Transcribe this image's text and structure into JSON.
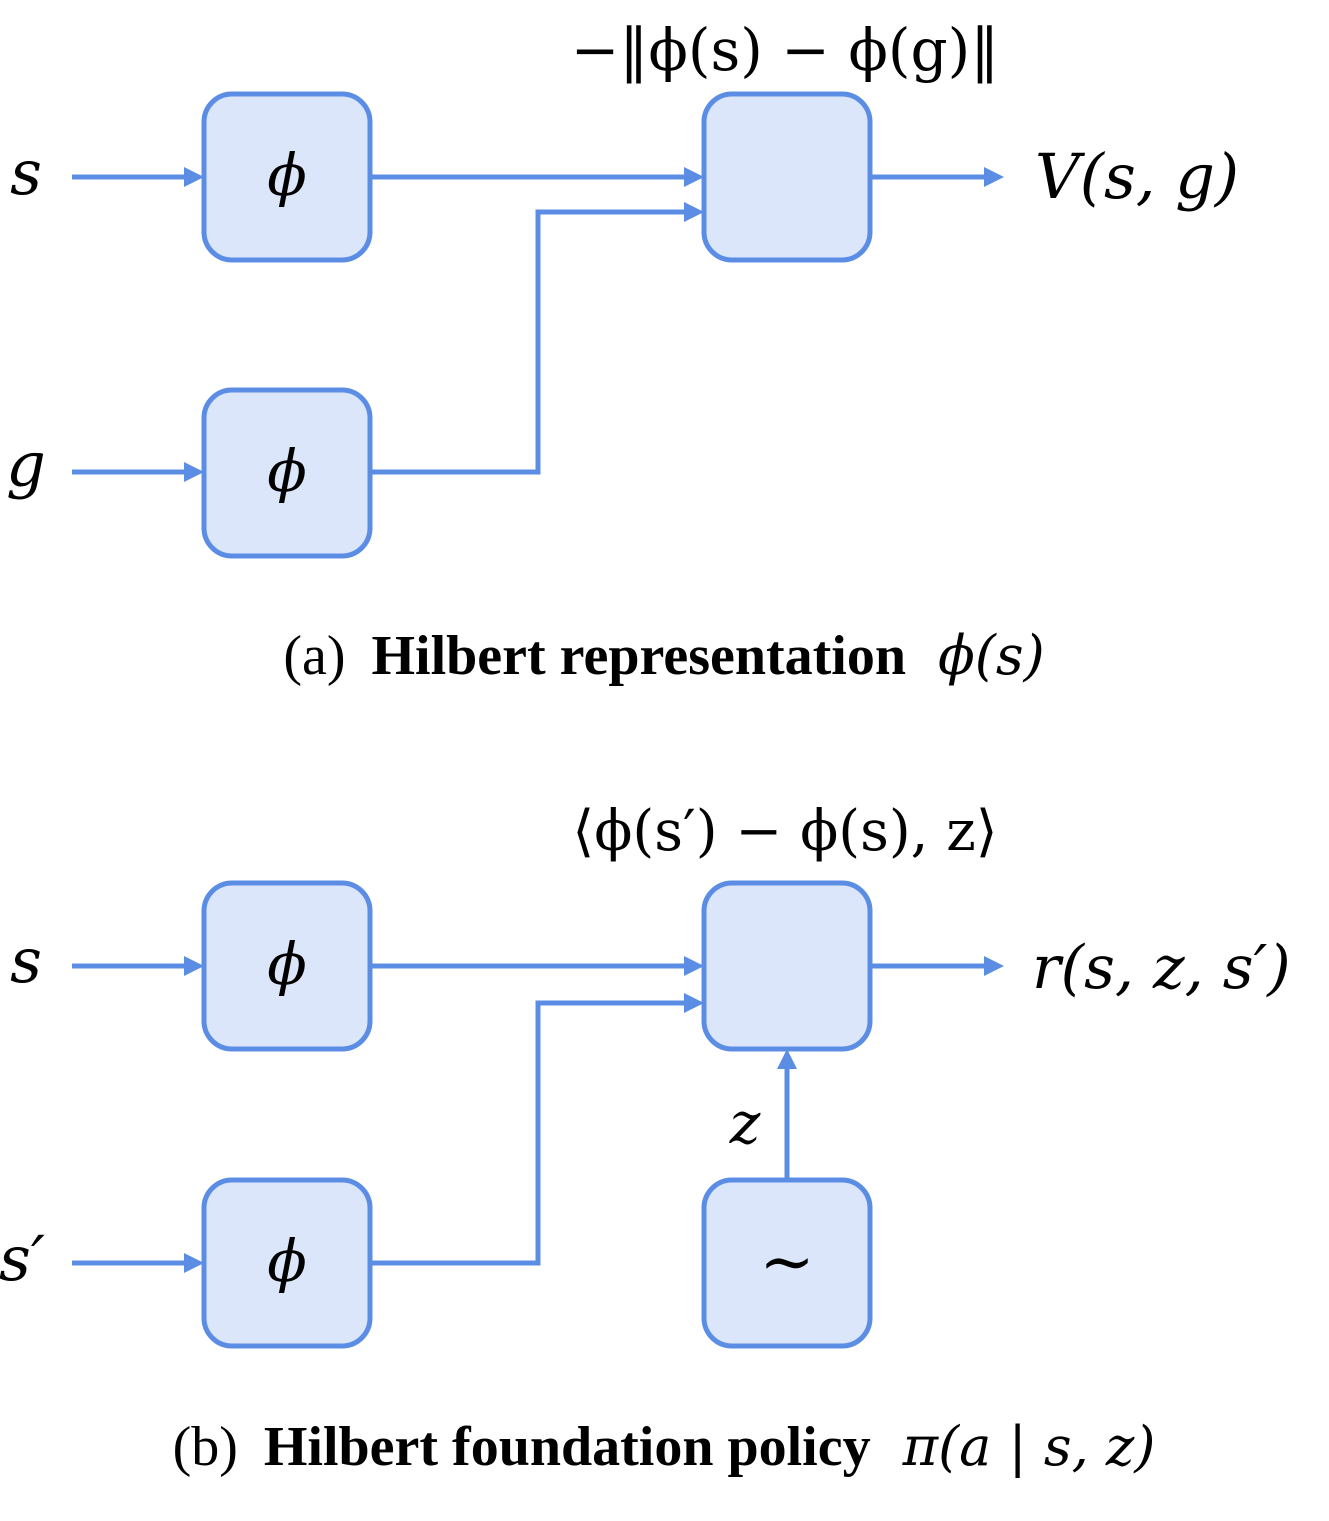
{
  "panel_a": {
    "inputs": {
      "s": "s",
      "g": "g"
    },
    "encoder_symbol": "ϕ",
    "combine_label": "−‖ϕ(s) − ϕ(g)‖",
    "output_label": "V(s, g)",
    "caption": {
      "prefix": "(a)",
      "title": "Hilbert representation",
      "math": "ϕ(s)"
    }
  },
  "panel_b": {
    "inputs": {
      "s": "s",
      "s_prime": "s′"
    },
    "encoder_symbol": "ϕ",
    "combine_label": "⟨ϕ(s′) − ϕ(s), z⟩",
    "output_label": "r(s, z, s′)",
    "z_label": "z",
    "sampler_symbol": "∼",
    "caption": {
      "prefix": "(b)",
      "title": "Hilbert foundation policy",
      "math": "π(a | s, z)"
    }
  },
  "colors": {
    "box_fill": "#dce6fa",
    "accent": "#5b8de4",
    "text": "#000000"
  }
}
